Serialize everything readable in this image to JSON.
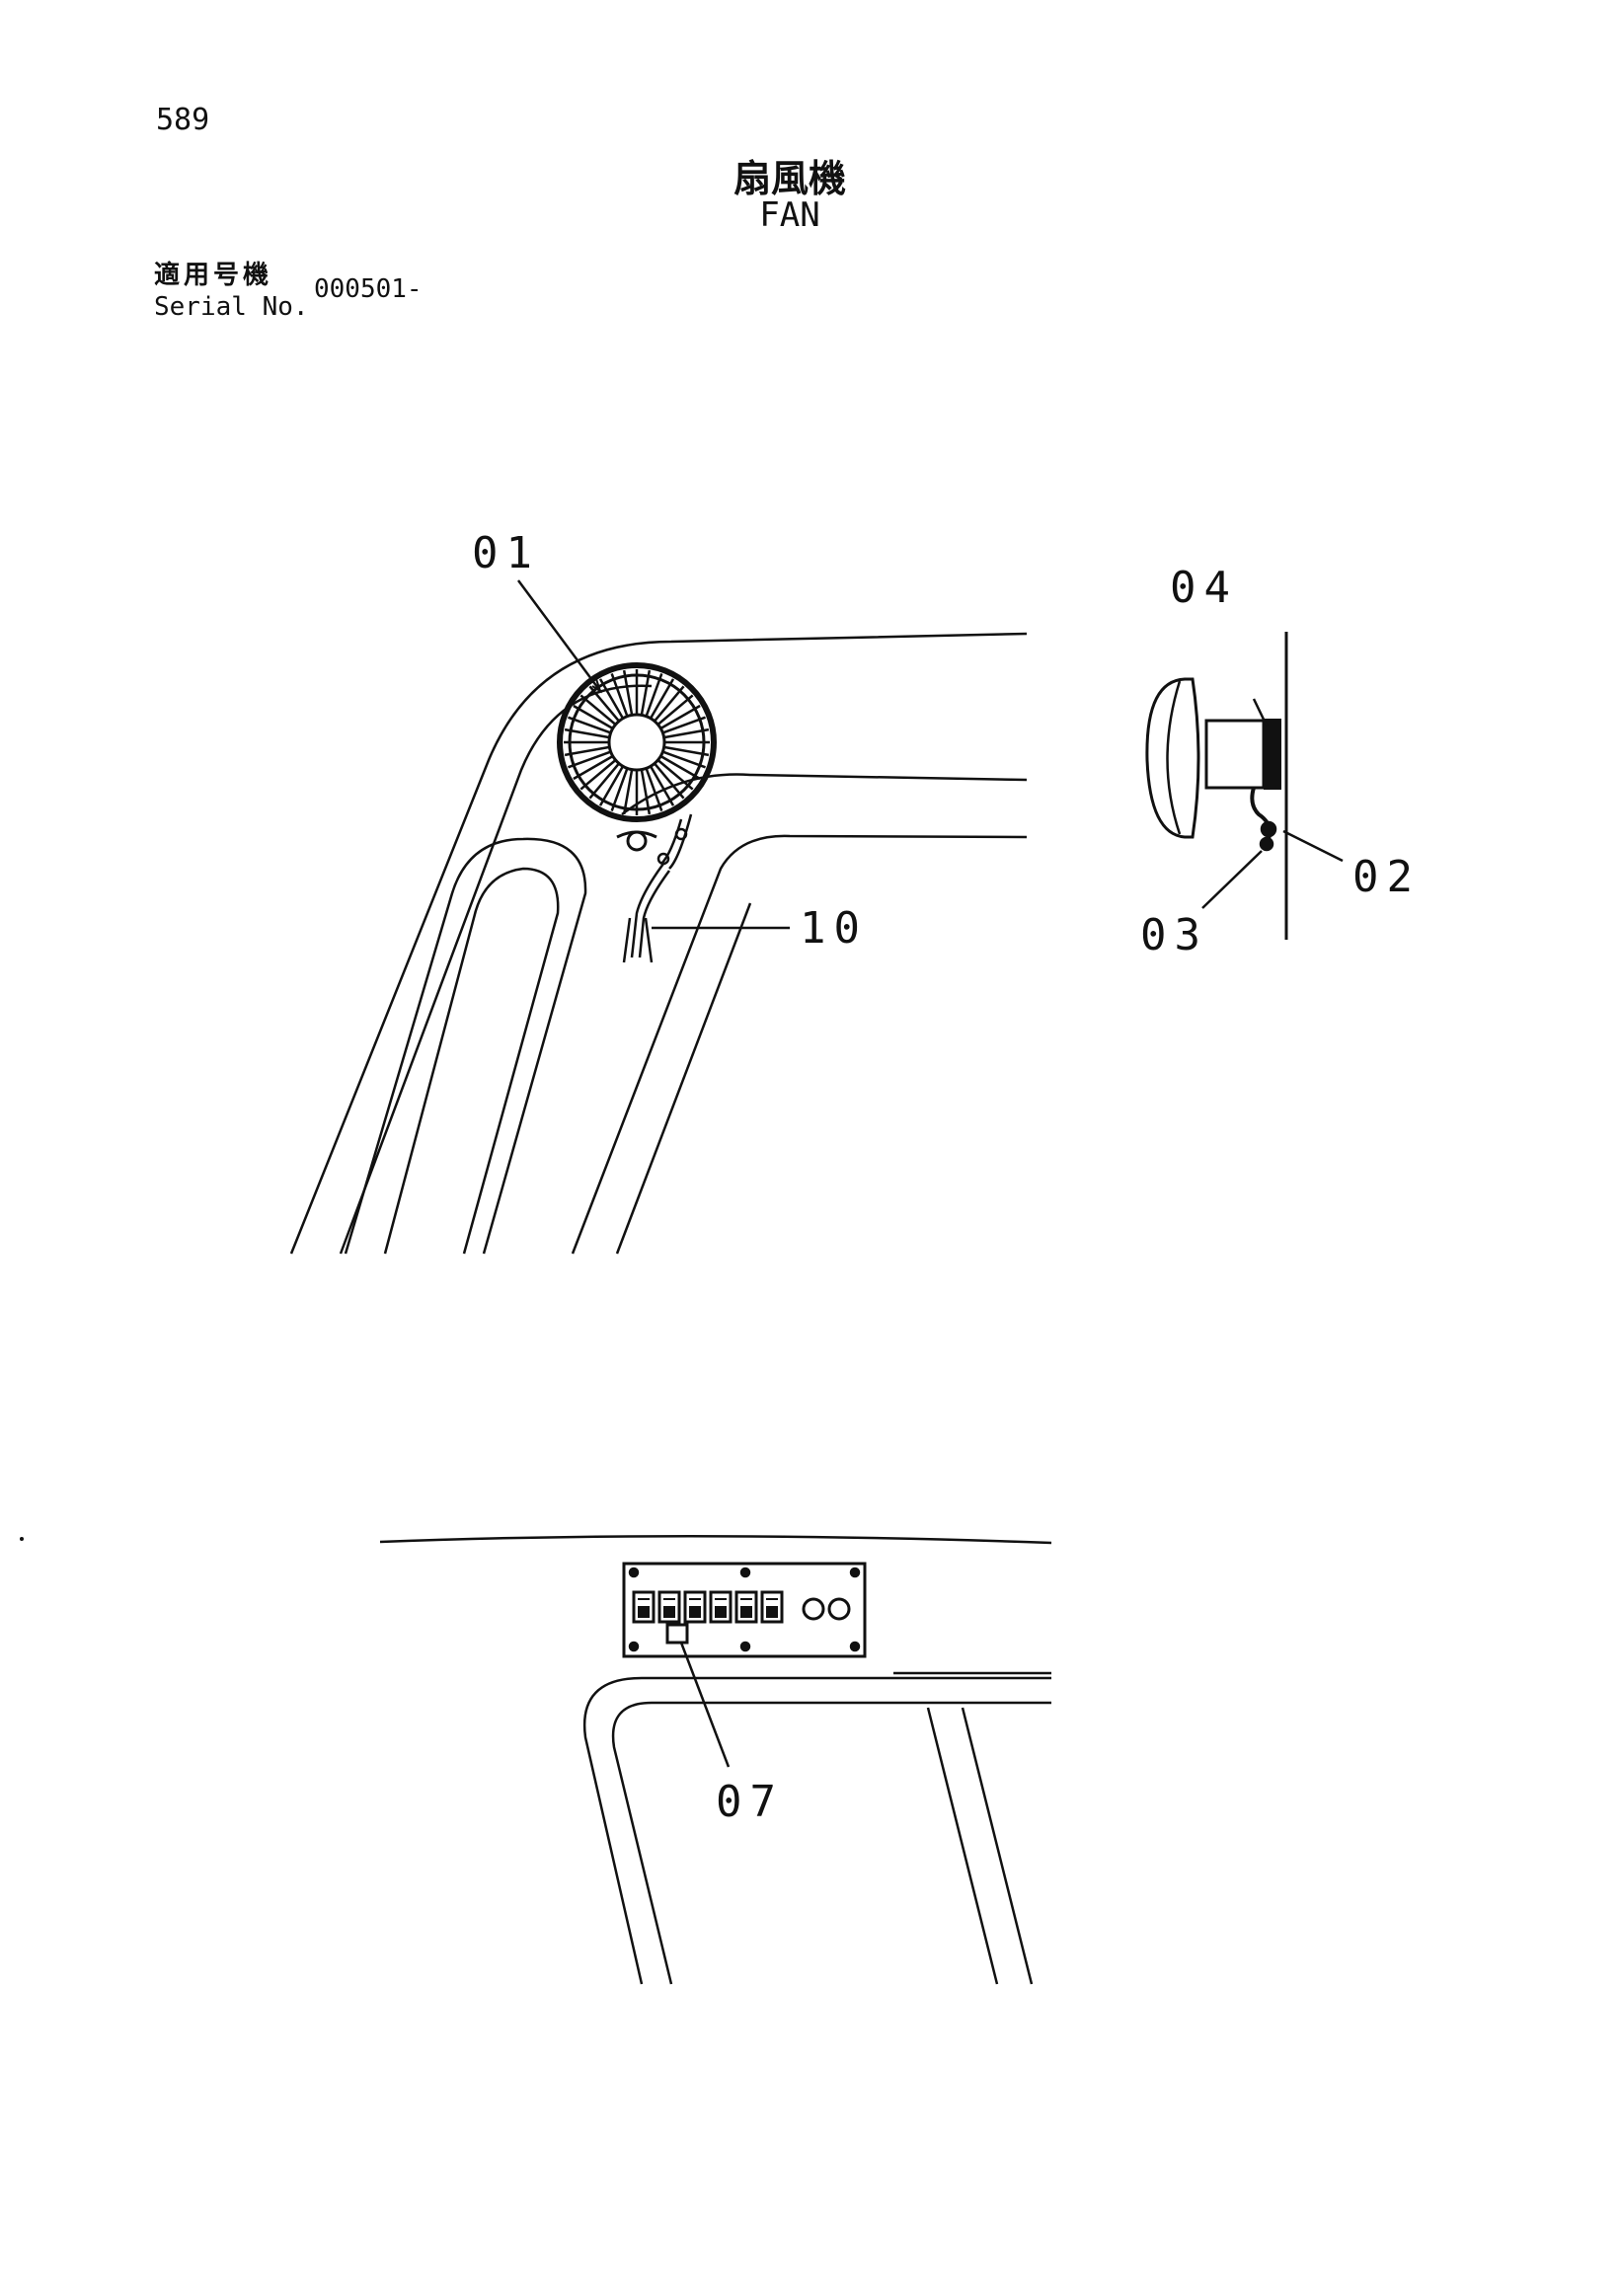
{
  "header": {
    "page_number": "589",
    "title_jp": "扇風機",
    "title_en": "FAN",
    "serial_label_jp": "適用号機",
    "serial_label_en": "Serial No.",
    "serial_value": "000501-"
  },
  "callouts": {
    "c01": "01",
    "c02": "02",
    "c03": "03",
    "c04": "04",
    "c07": "07",
    "c10": "10"
  },
  "colors": {
    "ink": "#111111",
    "paper": "#ffffff"
  }
}
